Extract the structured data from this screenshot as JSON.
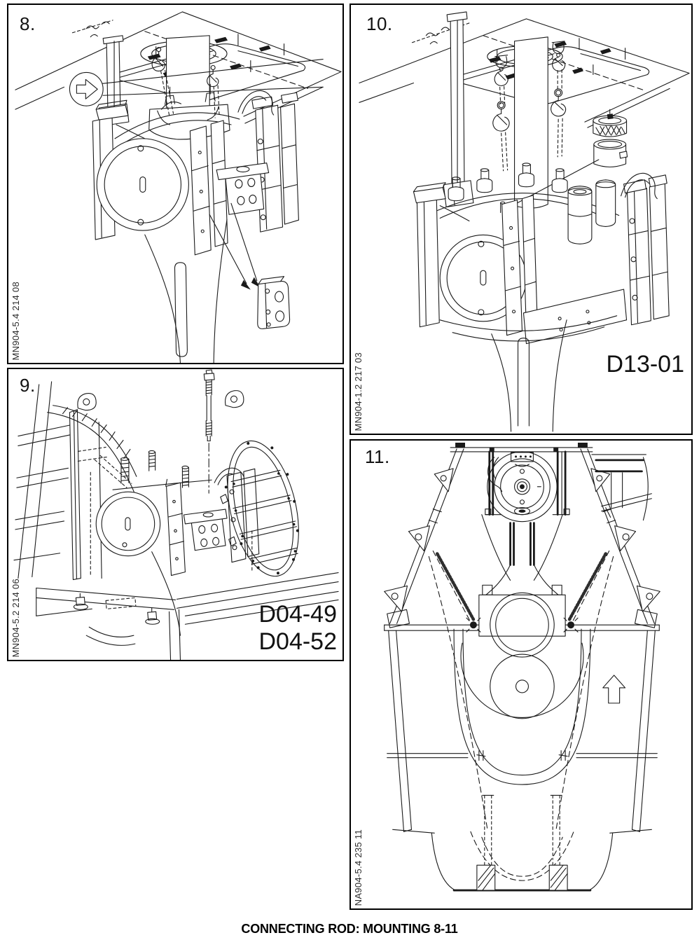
{
  "caption": "CONNECTING ROD: MOUNTING 8-11",
  "panels": {
    "p8": {
      "number": "8.",
      "side_code": "MN904-5.4 214 08"
    },
    "p9": {
      "number": "9.",
      "side_code": "MN904-5.2 214 06",
      "figure_labels": [
        "D04-49",
        "D04-52"
      ]
    },
    "p10": {
      "number": "10.",
      "side_code": "MN904-1.2 217 03",
      "figure_labels": [
        "D13-01"
      ]
    },
    "p11": {
      "number": "11.",
      "side_code": "NA904-5.4 235 11"
    }
  }
}
